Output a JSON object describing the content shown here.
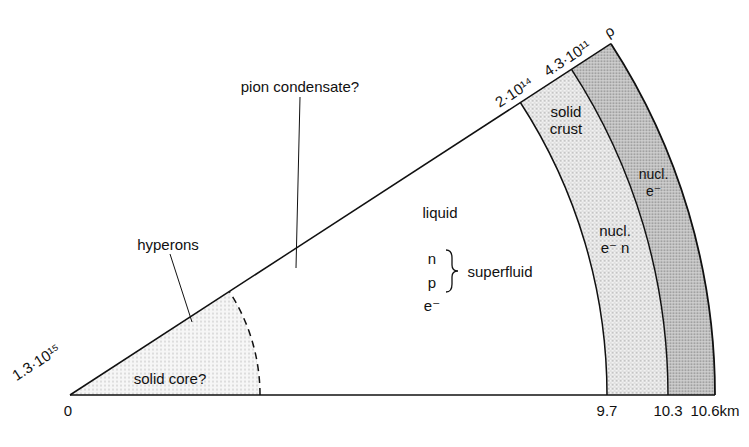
{
  "diagram": {
    "nodes": [
      {
        "text": [
          "solid crust",
          "nucl. e⁻ n"
        ]
      },
      {
        "text": [
          "nucl. e⁻"
        ]
      },
      {
        "text": [
          "solid core?"
        ]
      }
    ],
    "labels": [
      "4.3·10¹¹",
      "ρ",
      "2·10¹⁴",
      "1.3·10¹⁵",
      "0",
      "9.7",
      "10.3",
      "10.6km",
      "pion condensate?",
      "hyperons",
      "liquid",
      "n",
      "p",
      "superfluid",
      "e⁻"
    ]
  }
}
